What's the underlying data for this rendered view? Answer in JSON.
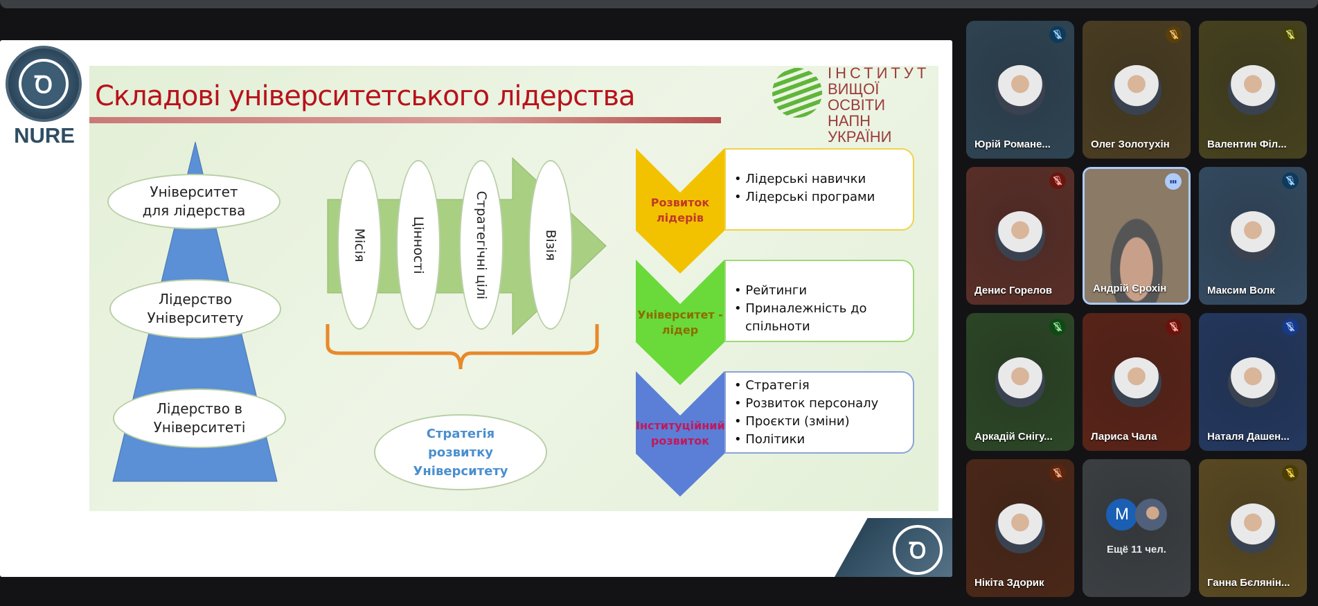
{
  "slide": {
    "title": "Складові університетського лідерства",
    "logo_text": "NURE",
    "institute": [
      "ІНСТИТУТ",
      "ВИЩОЇ ОСВІТИ",
      "НАПН УКРАЇНИ"
    ],
    "pyramid": [
      "Університет\nдля лідерства",
      "Лідерство\nУніверситету",
      "Лідерство в\nУніверситеті"
    ],
    "arrow_items": [
      "Місія",
      "Цінності",
      "Стратегічні цілі",
      "Візія"
    ],
    "strategy": "Стратегія\nрозвитку\nУніверситету",
    "blocks": [
      {
        "label": "Розвиток\nлідерів",
        "color": "#f2c200",
        "text_color": "#c0392b",
        "items": [
          "Лідерські навички",
          "Лідерські програми"
        ]
      },
      {
        "label": "Університет -\nлідер",
        "color": "#6ad93a",
        "text_color": "#8a6d00",
        "items": [
          "Рейтинги",
          "Приналежність до спільноти"
        ]
      },
      {
        "label": "Інституційний\nрозвиток",
        "color": "#5b7fd6",
        "text_color": "#c2185b",
        "items": [
          "Стратегія",
          "Розвиток персоналу",
          "Проєкти (зміни)",
          "Політики"
        ]
      }
    ]
  },
  "participants": [
    {
      "name": "Юрій Романе...",
      "bg": "#2f4453",
      "mic": "#0e3a5c",
      "mic_fg": "#9fd3ff",
      "icon": "mic-off"
    },
    {
      "name": "Олег Золотухін",
      "bg": "#4a3d22",
      "mic": "#5a3f0a",
      "mic_fg": "#f7c06a",
      "icon": "mic-off"
    },
    {
      "name": "Валентин Філ...",
      "bg": "#46421f",
      "mic": "#434010",
      "mic_fg": "#e0e06a",
      "icon": "mic-off"
    },
    {
      "name": "Денис Горелов",
      "bg": "#5a2f28",
      "mic": "#6b150f",
      "mic_fg": "#ffb0a8",
      "icon": "mic-off"
    },
    {
      "name": "Андрій Єрохін",
      "bg": "#6d5a48",
      "mic": "#aecbfa",
      "mic_fg": "#1a3b8a",
      "icon": "speaking",
      "active": true
    },
    {
      "name": "Максим Волк",
      "bg": "#344a60",
      "mic": "#0e3a5c",
      "mic_fg": "#9fd3ff",
      "icon": "mic-off"
    },
    {
      "name": "Аркадій Снігу...",
      "bg": "#2c4626",
      "mic": "#0f4a14",
      "mic_fg": "#9be39f",
      "icon": "mic-off"
    },
    {
      "name": "Лариса Чала",
      "bg": "#5a2418",
      "mic": "#6b120d",
      "mic_fg": "#ffb0a8",
      "icon": "mic-off"
    },
    {
      "name": "Наталя Дашен...",
      "bg": "#24385e",
      "mic": "#163a8a",
      "mic_fg": "#a8c4ff",
      "icon": "mic-off"
    },
    {
      "name": "Нікіта Здорик",
      "bg": "#4b2818",
      "mic": "#5e250d",
      "mic_fg": "#f7b08a",
      "icon": "mic-off"
    },
    {
      "name": "Ещё 11 чел.",
      "bg": "#3c4043",
      "initial": "M"
    },
    {
      "name": "Ганна Бєлянін...",
      "bg": "#5a4a22",
      "mic": "#4a3c05",
      "mic_fg": "#f7d34a",
      "icon": "mic-off"
    }
  ]
}
